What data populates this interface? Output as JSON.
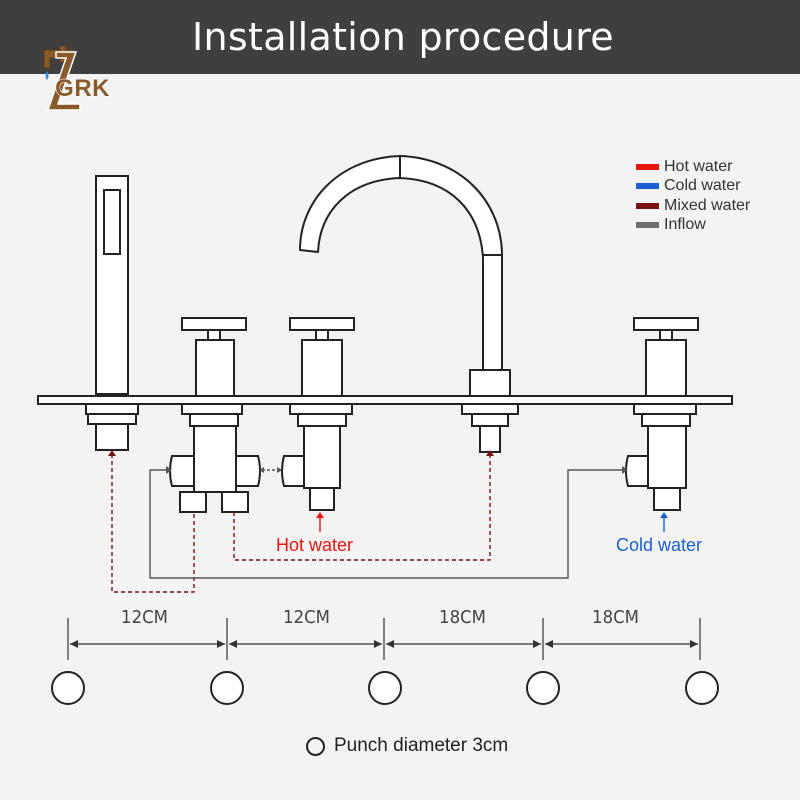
{
  "header": {
    "title": "Installation procedure"
  },
  "logo": {
    "text": "ZGRK"
  },
  "legend": {
    "items": [
      {
        "label": "Hot water",
        "color": "#e8150f"
      },
      {
        "label": "Cold water",
        "color": "#1a5fd6"
      },
      {
        "label": "Mixed water",
        "color": "#7a1414"
      },
      {
        "label": "Inflow",
        "color": "#6e6e6e"
      }
    ]
  },
  "labels": {
    "hot": "Hot water",
    "cold": "Cold water"
  },
  "dimensions": [
    "12CM",
    "12CM",
    "18CM",
    "18CM"
  ],
  "note": {
    "text": "Punch diameter 3cm"
  }
}
